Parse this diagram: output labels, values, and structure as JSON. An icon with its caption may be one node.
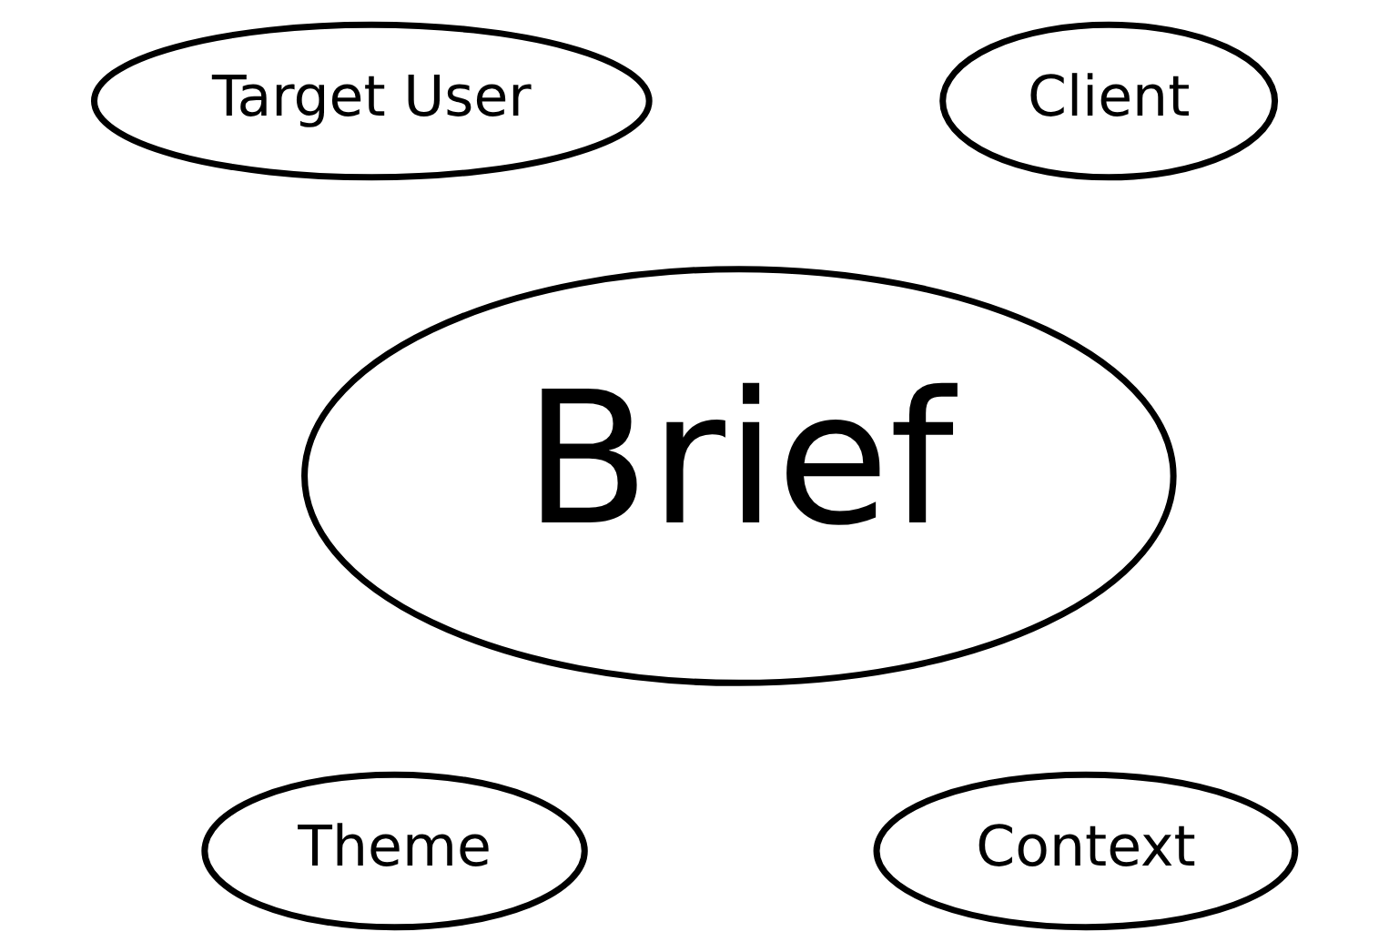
{
  "diagram": {
    "nodes": [
      {
        "text": [
          "Target User"
        ]
      },
      {
        "text": [
          "Client"
        ]
      },
      {
        "text": [
          "Brief"
        ]
      },
      {
        "text": [
          "Theme"
        ]
      },
      {
        "text": [
          "Context"
        ]
      }
    ]
  }
}
